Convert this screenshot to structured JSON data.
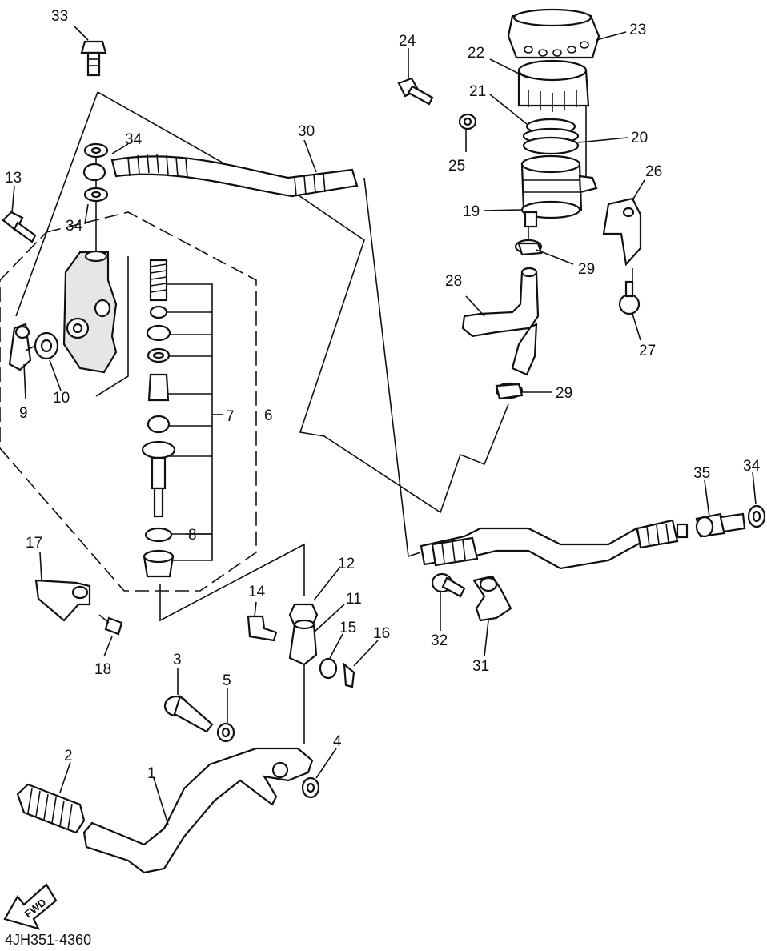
{
  "diagram": {
    "code": "4JH351-4360",
    "fwd_badge": "FWD",
    "callouts": [
      "1",
      "2",
      "3",
      "4",
      "5",
      "6",
      "7",
      "8",
      "9",
      "10",
      "11",
      "12",
      "13",
      "14",
      "15",
      "16",
      "17",
      "18",
      "19",
      "20",
      "21",
      "22",
      "23",
      "24",
      "25",
      "26",
      "27",
      "28",
      "29",
      "30",
      "31",
      "32",
      "33",
      "34",
      "35"
    ],
    "callout_29": "29",
    "callout_34": "34"
  }
}
